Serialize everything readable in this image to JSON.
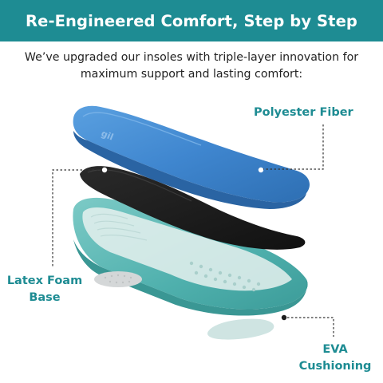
{
  "header": {
    "title": "Re-Engineered Comfort, Step by Step",
    "description_line1": "We’ve upgraded our insoles with triple-layer innovation for",
    "description_line2": "maximum support and lasting comfort:"
  },
  "layers": {
    "top_label": "Polyester Fiber",
    "base_label_line1": "Latex Foam",
    "base_label_line2": "Base",
    "cushion_label_line1": "EVA",
    "cushion_label_line2": "Cushioning"
  },
  "colors": {
    "banner": "#1e8c93",
    "accent_text": "#1e8c93",
    "polyester_layer": "#3f86cf",
    "latex_layer": "#1c1c1c",
    "base_layer": "#4fb0ad",
    "eva_pad": "#cfe4e2"
  }
}
